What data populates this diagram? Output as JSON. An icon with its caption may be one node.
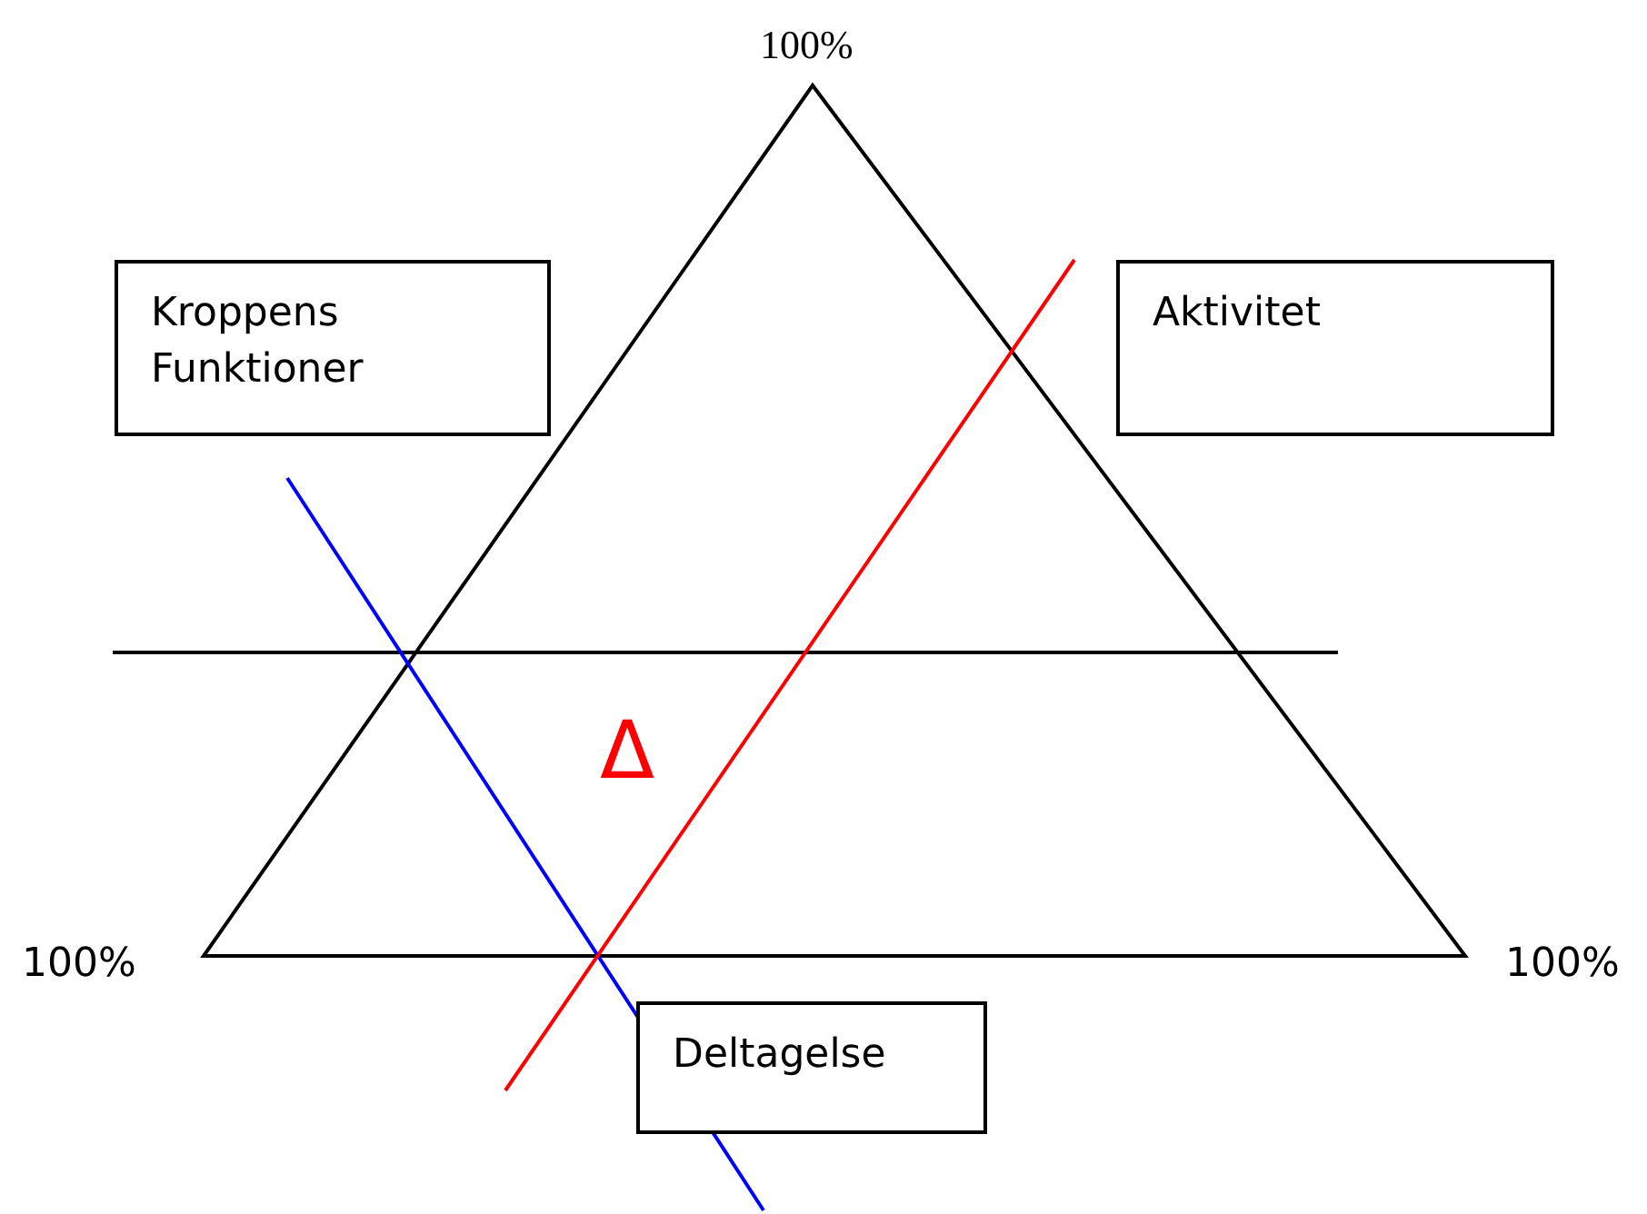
{
  "diagram": {
    "nodes": [
      {
        "text": [
          "Kroppens Funktioner"
        ]
      },
      {
        "text": [
          "Aktivitet"
        ]
      },
      {
        "text": [
          "Deltagelse"
        ]
      }
    ],
    "labels": [
      "100%",
      "Δ",
      "100%",
      "100%"
    ]
  }
}
